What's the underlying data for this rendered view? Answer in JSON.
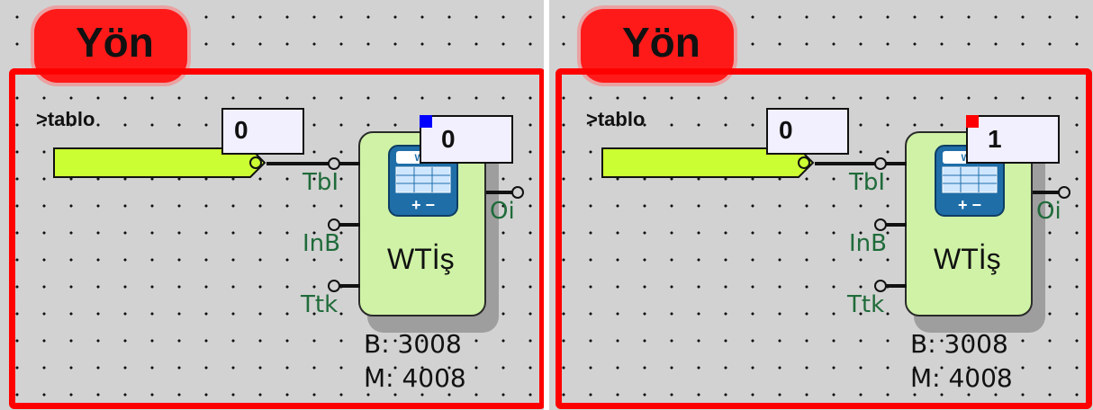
{
  "colors": {
    "group_border": "#ff0000",
    "canvas": "#d2d2d2",
    "tag_fill": "#ccff33",
    "block_fill": "#cff2a6",
    "pin_label": "#1f6b3a",
    "indicator_blue": "#0000ff",
    "indicator_red": "#ff0000"
  },
  "panels": [
    {
      "group_title": "Yön",
      "tag_name": ">tablo",
      "input_value": "0",
      "output_value": "0",
      "output_indicator": "blue",
      "block": {
        "name": "WTİş",
        "icon": "word-table-icon",
        "inputs": [
          "TbI",
          "InB",
          "Ttk"
        ],
        "output": "Oi",
        "mem_b": "B: 3008",
        "mem_m": "M: 4008"
      }
    },
    {
      "group_title": "Yön",
      "tag_name": ">tablo",
      "input_value": "0",
      "output_value": "1",
      "output_indicator": "red",
      "block": {
        "name": "WTİş",
        "icon": "word-table-icon",
        "inputs": [
          "TbI",
          "InB",
          "Ttk"
        ],
        "output": "Oi",
        "mem_b": "B: 3008",
        "mem_m": "M: 4008"
      }
    }
  ]
}
